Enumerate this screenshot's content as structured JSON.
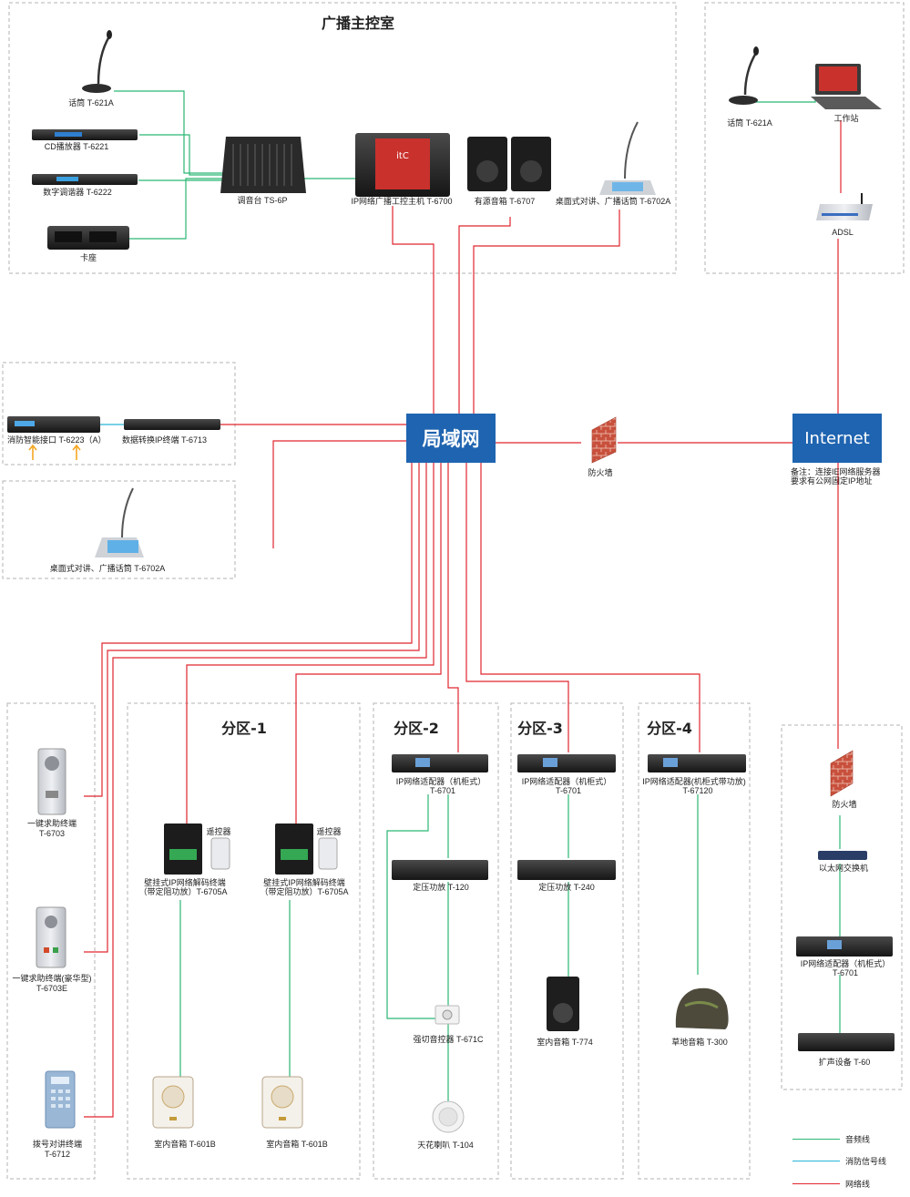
{
  "colors": {
    "network": "#e0262e",
    "audio": "#2bb673",
    "fire_signal": "#27b5d8",
    "hub_blue": "#1f64b0",
    "zone_border": "#aaaaaa",
    "trigger_arrow": "#f5a623"
  },
  "rooms": {
    "broadcast_control": {
      "title": "广播主控室"
    }
  },
  "devices": {
    "mic_main": "话筒 T-621A",
    "cd_player": "CD播放器 T-6221",
    "tuner": "数字调谐器 T-6222",
    "cassette": "卡座",
    "mixer": "调音台 TS-6P",
    "ip_host": "IP网络广播工控主机 T-6700",
    "active_speaker": "有源音箱 T-6707",
    "desk_mic_top": "桌面式对讲、广播话筒 T-6702A",
    "mic_remote": "话筒 T-621A",
    "workstation": "工作站",
    "adsl": "ADSL",
    "fire_interface": "消防智能接口 T-6223（A）",
    "data_converter": "数据转换IP终端 T-6713",
    "firewall_mid": "防火墙",
    "desk_mic_left": "桌面式对讲、广播话筒 T-6702A",
    "help_terminal": [
      "一键求助终端",
      "T-6703"
    ],
    "help_terminal_lux": [
      "一键求助终端(豪华型)",
      "T-6703E"
    ],
    "dial_terminal": [
      "拨号对讲终端",
      "T-6712"
    ],
    "remote_1": "遥控器",
    "remote_2": "遥控器",
    "decoder_1": [
      "壁挂式IP网络解码终端",
      "（带定阻功放）T-6705A"
    ],
    "decoder_2": [
      "壁挂式IP网络解码终端",
      "（带定阻功放）T-6705A"
    ],
    "indoor_601b_1": "室内音箱 T-601B",
    "indoor_601b_2": "室内音箱 T-601B",
    "adapter_z2": [
      "IP网络适配器（机柜式）",
      "T-6701"
    ],
    "amp_z2": "定压功放 T-120",
    "switch_ctrl": "强切音控器 T-671C",
    "ceiling_spk": "天花喇叭 T-104",
    "adapter_z3": [
      "IP网络适配器（机柜式）",
      "T-6701"
    ],
    "amp_z3": "定压功放 T-240",
    "indoor_774": "室内音箱 T-774",
    "adapter_z4": [
      "IP网络适配器(机柜式带功放)",
      "T-67120"
    ],
    "lawn_spk": "草地音箱 T-300",
    "firewall_right": "防火墙",
    "eth_switch": "以太网交换机",
    "adapter_right": [
      "IP网络适配器（机柜式）",
      "T-6701"
    ],
    "expander": "扩声设备 T-60"
  },
  "hubs": {
    "lan": "局域网",
    "internet": "Internet",
    "note": [
      "备注：连接IE网络服务器",
      "要求有公网固定IP地址"
    ]
  },
  "zones": {
    "z1": "分区-1",
    "z2": "分区-2",
    "z3": "分区-3",
    "z4": "分区-4"
  },
  "legend": {
    "audio": "音频线",
    "fire_signal": "消防信号线",
    "network": "网络线"
  }
}
